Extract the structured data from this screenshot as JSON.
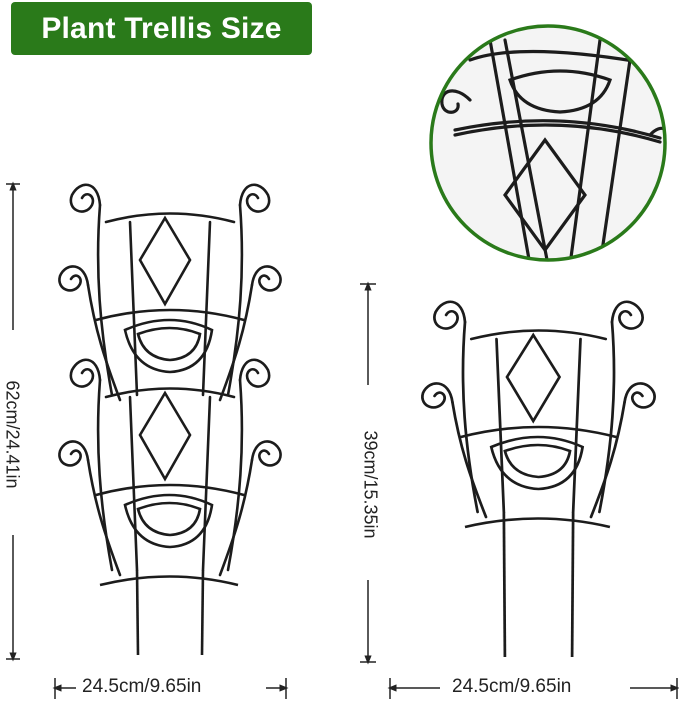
{
  "title": "Plant Trellis Size",
  "colors": {
    "badge": "#2a7a1a",
    "wire": "#1c1c1c",
    "zoom_ring": "#2a7a1a"
  },
  "left_trellis": {
    "height_label": "62cm/24.41in",
    "width_label": "24.5cm/9.65in"
  },
  "right_trellis": {
    "height_label": "39cm/15.35in",
    "width_label": "24.5cm/9.65in"
  }
}
